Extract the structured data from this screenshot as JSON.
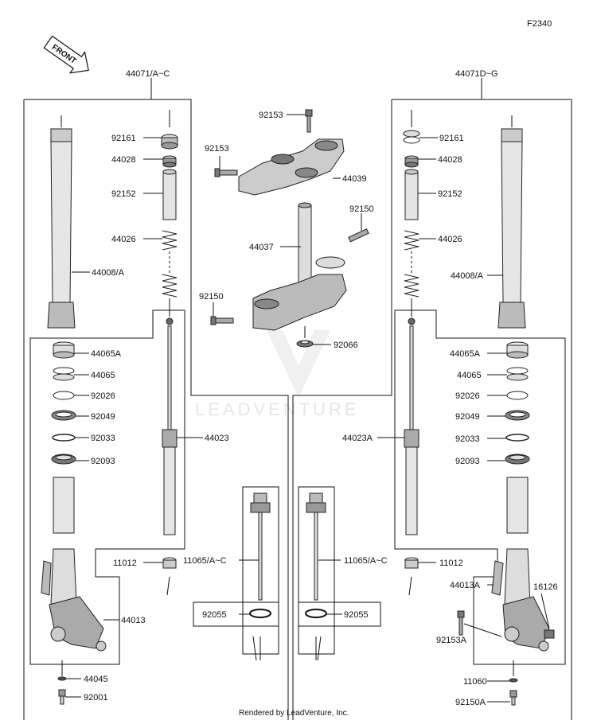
{
  "diagram": {
    "figure_code": "F2340",
    "front_arrow_label": "FRONT",
    "watermark": "LEADVENTURE",
    "credit": "Rendered by LeadVenture, Inc.",
    "colors": {
      "line": "#111111",
      "part_light": "#eeeeee",
      "part_mid": "#cccccc",
      "part_dark": "#999999",
      "watermark": "#e6e6e6"
    },
    "labels": {
      "l_44071_ac": "44071/A~C",
      "l_44071_dg": "44071D~G",
      "l_92153_top": "92153",
      "l_92153_left": "92153",
      "l_44039": "44039",
      "l_92150_right": "92150",
      "l_44037": "44037",
      "l_92150_left": "92150",
      "l_92066": "92066",
      "l_92161_l": "92161",
      "l_44028_l": "44028",
      "l_92152_l": "92152",
      "l_44026_l": "44026",
      "l_44008_l": "44008/A",
      "l_44065a_l": "44065A",
      "l_44065_l": "44065",
      "l_92026_l": "92026",
      "l_92049_l": "92049",
      "l_92033_l": "92033",
      "l_92093_l": "92093",
      "l_44023_l": "44023",
      "l_11012_l": "11012",
      "l_11065_l": "11065/A~C",
      "l_92055_l": "92055",
      "l_44013_l": "44013",
      "l_44045_l": "44045",
      "l_92001_l": "92001",
      "l_92161_r": "92161",
      "l_44028_r": "44028",
      "l_92152_r": "92152",
      "l_44026_r": "44026",
      "l_44008_r": "44008/A",
      "l_44065a_r": "44065A",
      "l_44065_r": "44065",
      "l_92026_r": "92026",
      "l_92049_r": "92049",
      "l_92033_r": "92033",
      "l_92093_r": "92093",
      "l_44023a_r": "44023A",
      "l_11012_r": "11012",
      "l_11065_r": "11065/A~C",
      "l_92055_r": "92055",
      "l_44013a_r": "44013A",
      "l_16126_r": "16126",
      "l_92153a_r": "92153A",
      "l_11060_r": "11060",
      "l_92150a_r": "92150A"
    }
  }
}
